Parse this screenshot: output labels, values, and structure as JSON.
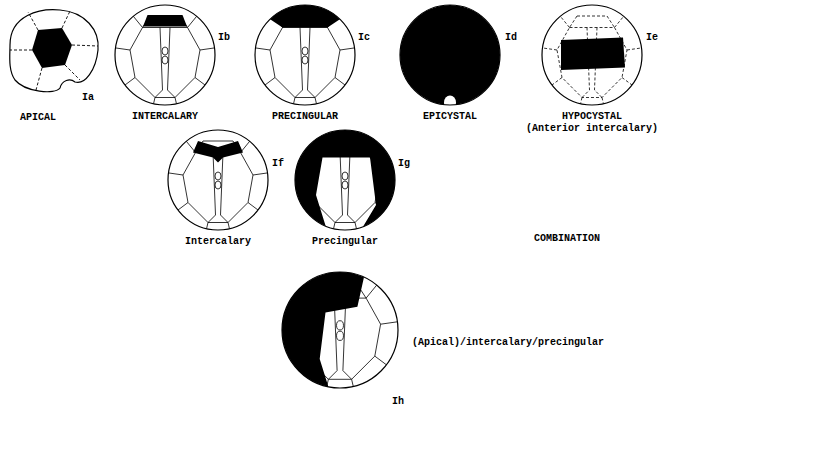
{
  "diagram": {
    "labels": [
      "APICAL",
      "Ia",
      "INTERCALARY",
      "Ib",
      "PRECINGULAR",
      "Ic",
      "EPICYSTAL",
      "Id",
      "HYPOCYSTAL",
      "(Anterior intercalary)",
      "Ie",
      "Intercalary",
      "If",
      "Precingular",
      "Ig",
      "COMBINATION",
      "(Apical)/intercalary/precingular",
      "Ih"
    ]
  }
}
